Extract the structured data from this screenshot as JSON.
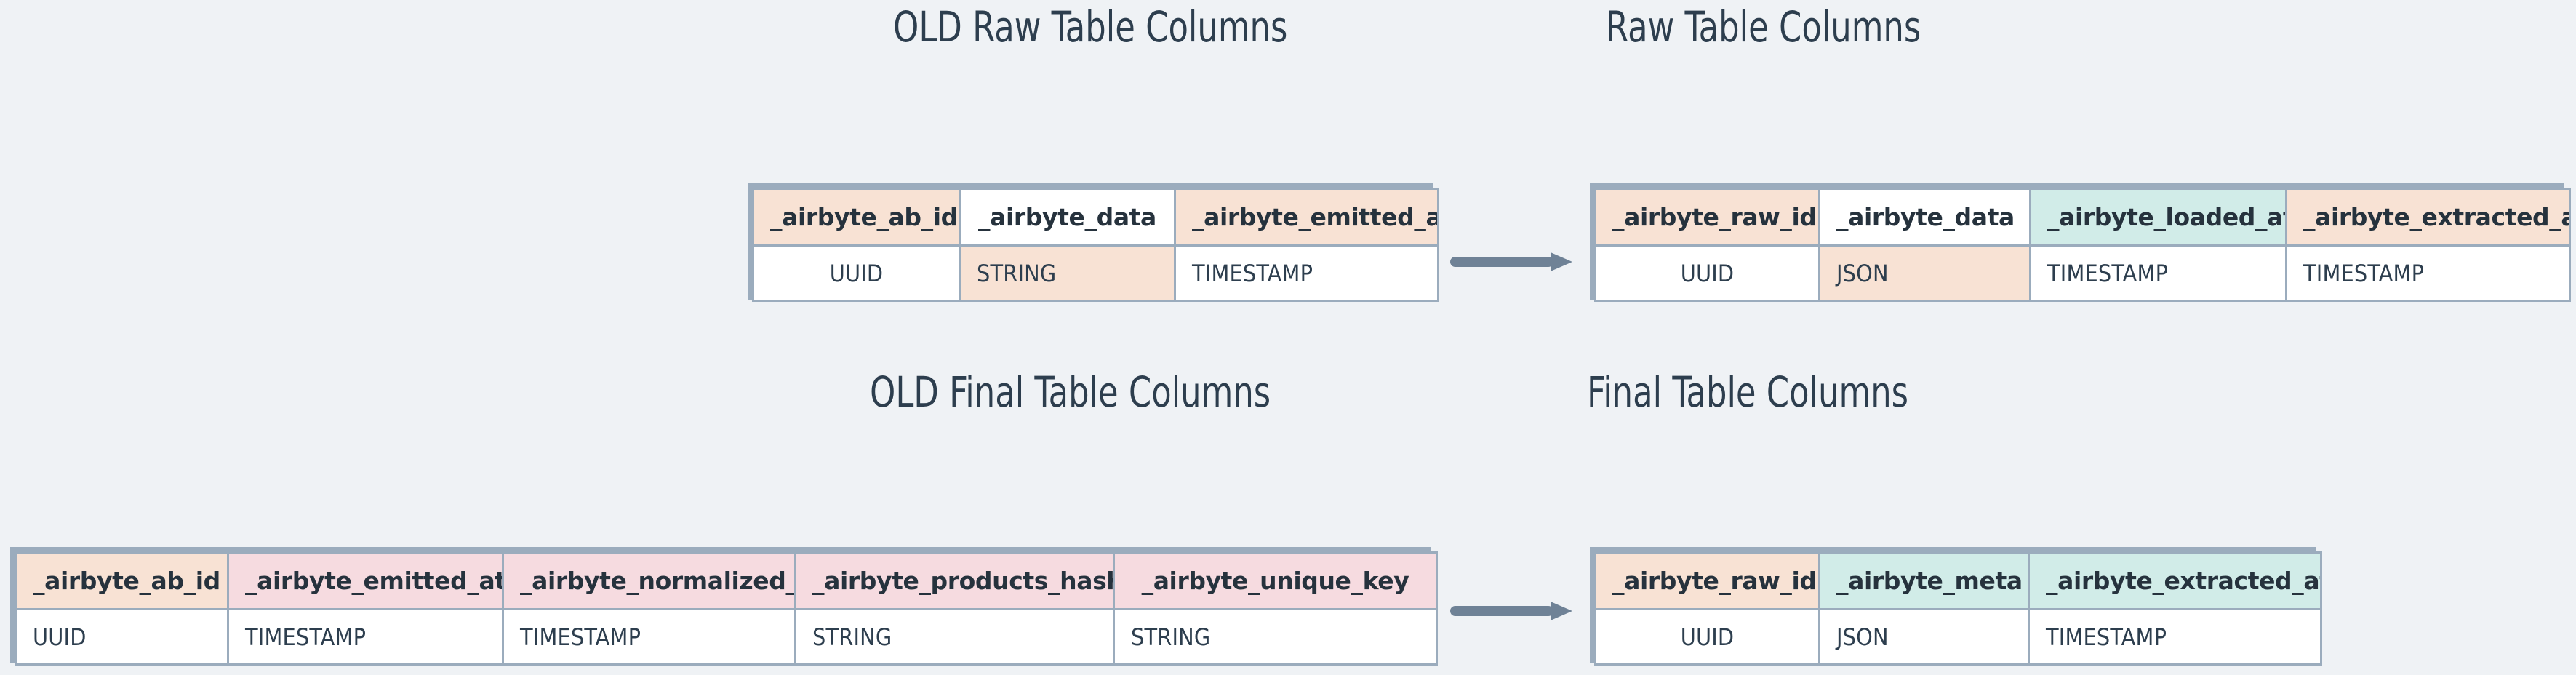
{
  "background_color": "#EFF2F5",
  "palette": {
    "peach": "#F8E2D4",
    "pink": "#F6DBE0",
    "teal": "#D1ECE8",
    "white": "#FFFFFF",
    "border": "#9BACBD",
    "text": "#2D3E4E",
    "arrow": "#6F8296"
  },
  "titles": {
    "old_raw": "OLD Raw Table Columns",
    "new_raw": "Raw Table Columns",
    "old_final": "OLD Final Table Columns",
    "new_final": "Final Table Columns"
  },
  "arrows": {
    "top": "arrow-right-icon",
    "bottom": "arrow-right-icon"
  },
  "tables": {
    "old_raw": {
      "name": "OLD Raw Table Columns",
      "columns": [
        {
          "header": "_airbyte_ab_id",
          "header_fill": "peach",
          "type": "UUID",
          "type_fill": "white",
          "type_align": "c"
        },
        {
          "header": "_airbyte_data",
          "header_fill": "white",
          "type": "STRING",
          "type_fill": "peach",
          "type_align": "l"
        },
        {
          "header": "_airbyte_emitted_at",
          "header_fill": "peach",
          "type": "TIMESTAMP",
          "type_fill": "white",
          "type_align": "l"
        }
      ]
    },
    "new_raw": {
      "name": "Raw Table Columns",
      "columns": [
        {
          "header": "_airbyte_raw_id",
          "header_fill": "peach",
          "type": "UUID",
          "type_fill": "white",
          "type_align": "c"
        },
        {
          "header": "_airbyte_data",
          "header_fill": "white",
          "type": "JSON",
          "type_fill": "peach",
          "type_align": "l"
        },
        {
          "header": "_airbyte_loaded_at",
          "header_fill": "teal",
          "type": "TIMESTAMP",
          "type_fill": "white",
          "type_align": "l"
        },
        {
          "header": "_airbyte_extracted_at",
          "header_fill": "peach",
          "type": "TIMESTAMP",
          "type_fill": "white",
          "type_align": "l"
        }
      ]
    },
    "old_final": {
      "name": "OLD Final Table Columns",
      "columns": [
        {
          "header": "_airbyte_ab_id",
          "header_fill": "peach",
          "type": "UUID",
          "type_fill": "white",
          "type_align": "l"
        },
        {
          "header": "_airbyte_emitted_at",
          "header_fill": "pink",
          "type": "TIMESTAMP",
          "type_fill": "white",
          "type_align": "l"
        },
        {
          "header": "_airbyte_normalized_at",
          "header_fill": "pink",
          "type": "TIMESTAMP",
          "type_fill": "white",
          "type_align": "l"
        },
        {
          "header": "_airbyte_products_hashid",
          "header_fill": "pink",
          "type": "STRING",
          "type_fill": "white",
          "type_align": "l"
        },
        {
          "header": "_airbyte_unique_key",
          "header_fill": "pink",
          "type": "STRING",
          "type_fill": "white",
          "type_align": "l"
        }
      ]
    },
    "new_final": {
      "name": "Final Table Columns",
      "columns": [
        {
          "header": "_airbyte_raw_id",
          "header_fill": "peach",
          "type": "UUID",
          "type_fill": "white",
          "type_align": "c"
        },
        {
          "header": "_airbyte_meta",
          "header_fill": "teal",
          "type": "JSON",
          "type_fill": "white",
          "type_align": "l"
        },
        {
          "header": "_airbyte_extracted_at",
          "header_fill": "teal",
          "type": "TIMESTAMP",
          "type_fill": "white",
          "type_align": "l"
        }
      ]
    }
  }
}
